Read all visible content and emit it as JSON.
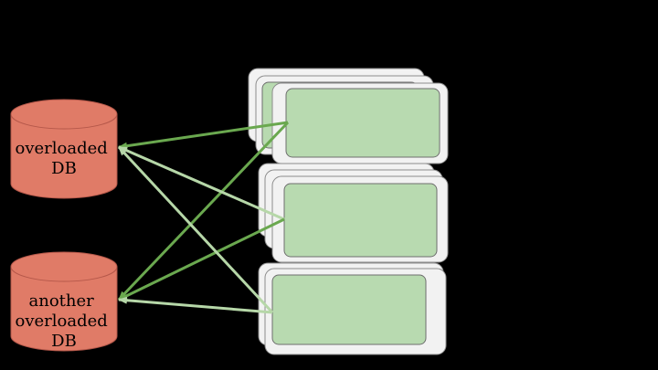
{
  "canvas": {
    "background": "#000000"
  },
  "colors": {
    "db_fill": "#e07b67",
    "db_stroke": "#b5584a",
    "server_outer_fill": "#f2f2f2",
    "server_outer_stroke": "#8c8c8c",
    "server_inner_fill": "#b8dab0",
    "server_inner_stroke": "#6e6e6e",
    "arrow_dark": "#6aa84f",
    "arrow_light": "#b6d7a8"
  },
  "databases": [
    {
      "id": "db1",
      "lines": [
        "overloaded",
        "DB"
      ]
    },
    {
      "id": "db2",
      "lines": [
        "another",
        "overloaded",
        "DB"
      ]
    }
  ],
  "server_groups": [
    {
      "id": "group-1",
      "stack_count": 3
    },
    {
      "id": "group-2",
      "stack_count": 3
    },
    {
      "id": "group-3",
      "stack_count": 2
    }
  ],
  "connections": [
    {
      "from": "group-1",
      "to": "db1",
      "style": "dark"
    },
    {
      "from": "group-1",
      "to": "db2",
      "style": "dark"
    },
    {
      "from": "group-2",
      "to": "db1",
      "style": "light"
    },
    {
      "from": "group-2",
      "to": "db2",
      "style": "dark"
    },
    {
      "from": "group-3",
      "to": "db1",
      "style": "light"
    },
    {
      "from": "group-3",
      "to": "db2",
      "style": "light"
    }
  ]
}
